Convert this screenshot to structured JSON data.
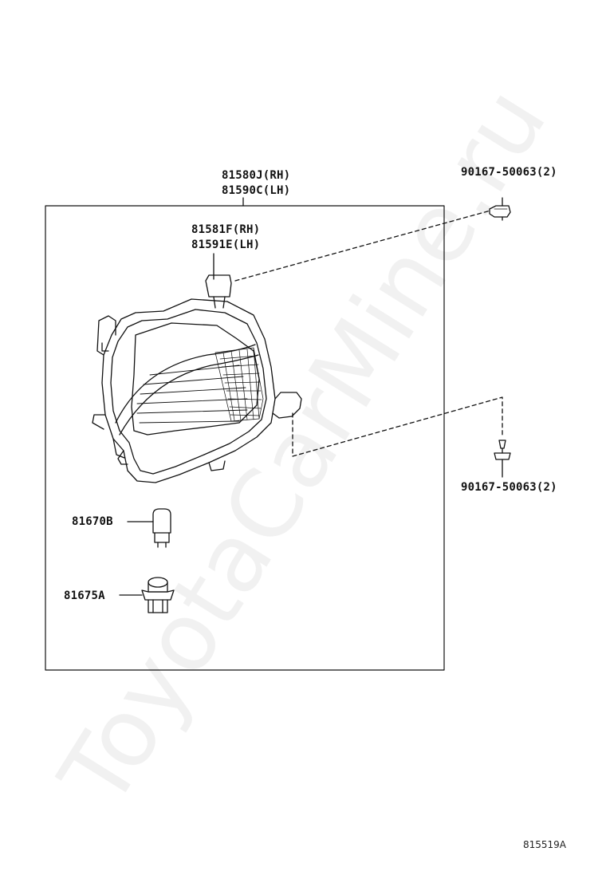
{
  "watermark": "ToyotaCarMine.ru",
  "labels": {
    "assy_rh": "81580J(RH)",
    "assy_lh": "81590C(LH)",
    "lens_rh": "81581F(RH)",
    "lens_lh": "81591E(LH)",
    "screw_top": "90167-50063(2)",
    "screw_bottom": "90167-50063(2)",
    "bulb": "81670B",
    "socket": "81675A"
  },
  "illustration_code": "815519A"
}
